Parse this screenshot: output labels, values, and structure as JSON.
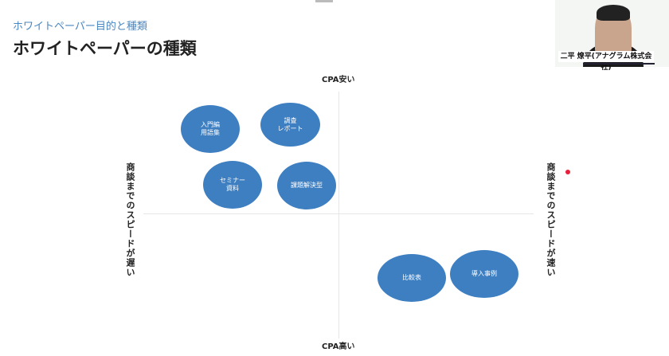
{
  "header": {
    "subtitle": "ホワイトペーパー目的と種類",
    "title": "ホワイトペーパーの種類"
  },
  "axes": {
    "top": "CPA安い",
    "bottom": "CPA高い",
    "left": "商談までのスピードが遅い",
    "right": "商談までのスピードが速い"
  },
  "items": [
    {
      "line1": "入門編",
      "line2": "用語集"
    },
    {
      "line1": "調査",
      "line2": "レポート"
    },
    {
      "line1": "セミナー",
      "line2": "資料"
    },
    {
      "line1": "課題解決型",
      "line2": ""
    },
    {
      "line1": "比較表",
      "line2": ""
    },
    {
      "line1": "導入事例",
      "line2": ""
    }
  ],
  "camera": {
    "name": "二平 燎平(アナグラム株式会社)"
  },
  "colors": {
    "bubble": "#3e7fc2",
    "pointer": "#e8203a",
    "subtitle": "#4a86c0"
  }
}
